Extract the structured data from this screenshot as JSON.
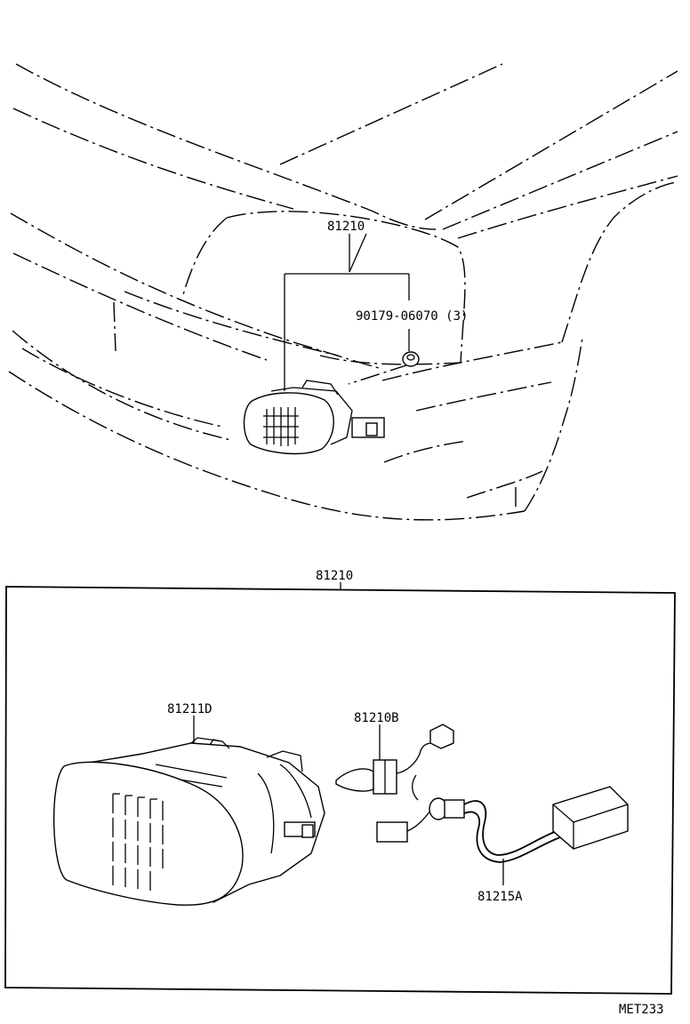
{
  "upper_view": {
    "assembly_label": "81210",
    "clip_label": "90179-06070 (3)"
  },
  "detail_box": {
    "header_label": "81210",
    "lens_label": "81211D",
    "bulb_label": "81210B",
    "socket_label": "81215A"
  },
  "page_code": "MET233"
}
